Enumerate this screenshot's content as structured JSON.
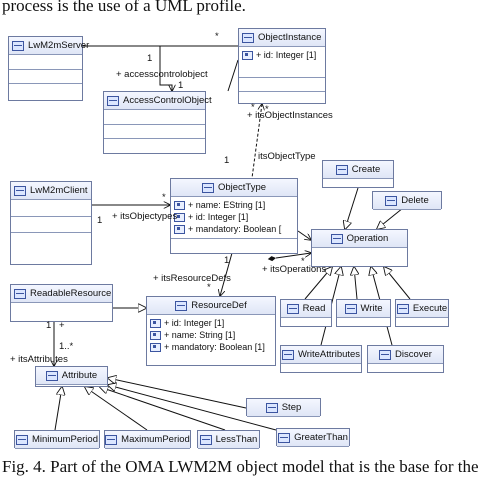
{
  "text": {
    "top": "process is the use of a UML profile.",
    "caption": "Fig. 4. Part of the OMA LWM2M object model that is the base for the"
  },
  "classes": {
    "lwm2m_server": "LwM2mServer",
    "object_instance": "ObjectInstance",
    "access_control_object": "AccessControlObject",
    "lwm2m_client": "LwM2mClient",
    "object_type": "ObjectType",
    "create": "Create",
    "delete": "Delete",
    "operation": "Operation",
    "readable_resource": "ReadableResource",
    "resource_def": "ResourceDef",
    "read": "Read",
    "write": "Write",
    "execute": "Execute",
    "write_attributes": "WriteAttributes",
    "discover": "Discover",
    "attribute": "Attribute",
    "step": "Step",
    "greater_than": "GreaterThan",
    "minimum_period": "MinimumPeriod",
    "maximum_period": "MaximumPeriod",
    "less_than": "LessThan"
  },
  "attributes": {
    "object_instance": [
      "+ id: Integer [1]"
    ],
    "object_type": [
      "+ name: EString [1]",
      "+ id: Integer [1]",
      "+ mandatory: Boolean ["
    ],
    "resource_def": [
      "+ id: Integer [1]",
      "+ name: String [1]",
      "+ mandatory: Boolean [1]"
    ]
  },
  "labels": {
    "star_server": "*",
    "star_oi_top": "*",
    "one_a": "1",
    "one_b": "1",
    "access_control_object": "+ accesscontrolobject",
    "its_object_instances": "+ itsObjectInstances",
    "star_oi_bottom": "*",
    "its_object_type": "itsObjectType",
    "one_ot": "1",
    "its_object_types": "+ itsObjectypes",
    "one_client": "1",
    "star_client": "*",
    "its_resource_defs": "+ itsResourceDefs",
    "star_rd": "*",
    "one_rd": "1",
    "its_operations": "+ itsOperations",
    "star_ops": "*",
    "one_attr": "1",
    "one_star_attr": "1..*",
    "its_attributes": "+ itsAttributes",
    "plus_attr": "+"
  }
}
